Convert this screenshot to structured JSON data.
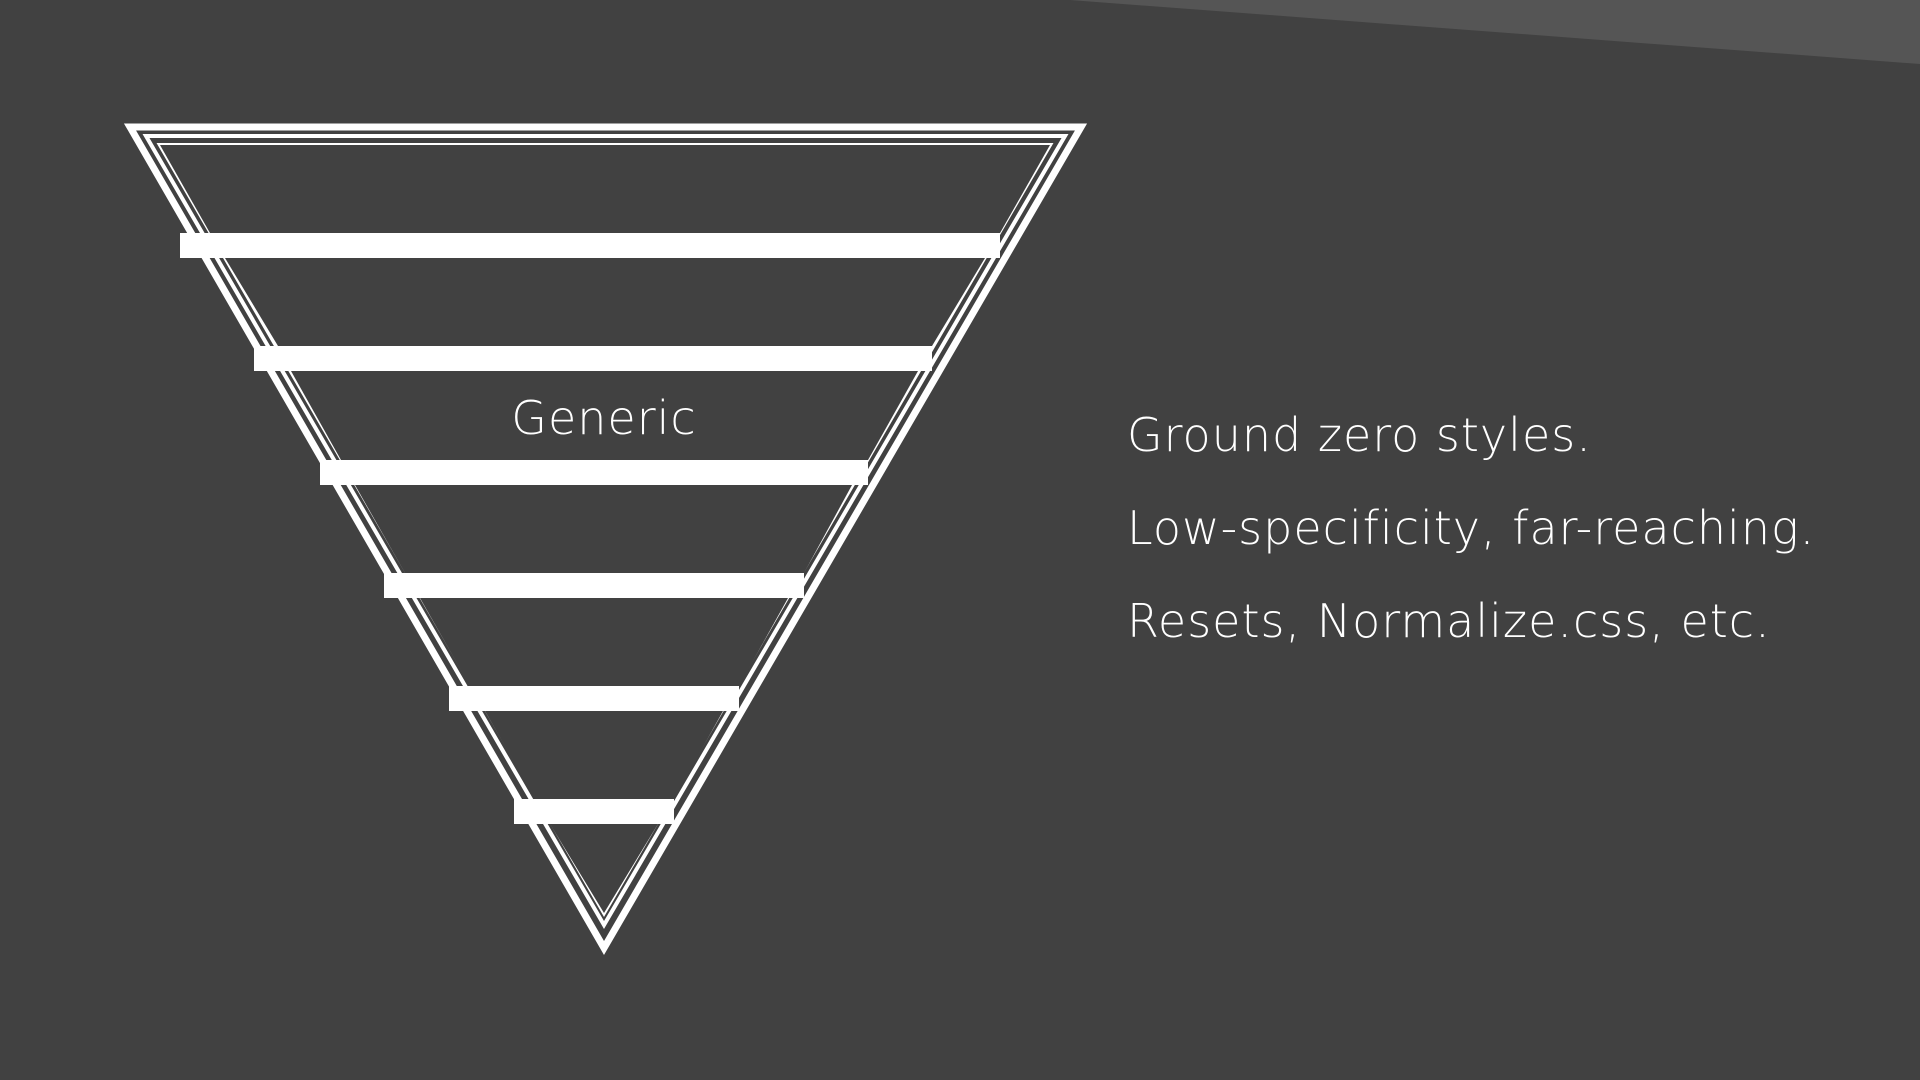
{
  "colors": {
    "background": "#414141",
    "background_accent": "#555555",
    "stroke": "#ffffff",
    "text": "#ffffff"
  },
  "diagram": {
    "shape": "inverted-triangle",
    "layer_count": 7,
    "active_layer_index": 2,
    "active_layer_label": "Generic"
  },
  "notes": [
    "Ground zero styles.",
    "Low-specificity, far-reaching.",
    "Resets, Normalize.css, etc."
  ]
}
